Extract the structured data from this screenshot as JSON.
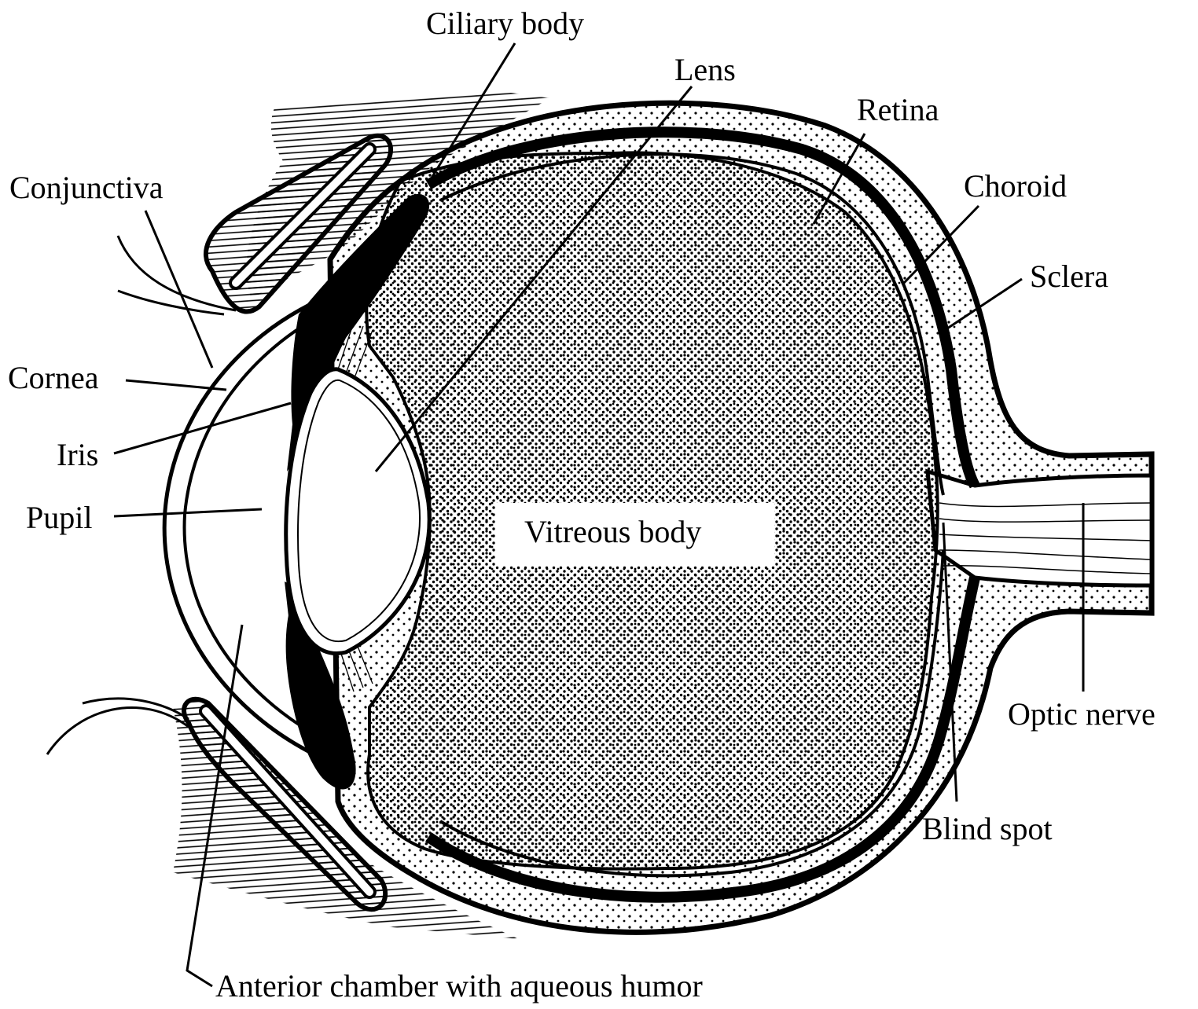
{
  "diagram": {
    "labels": {
      "ciliary_body": "Ciliary body",
      "lens": "Lens",
      "retina": "Retina",
      "choroid": "Choroid",
      "sclera": "Sclera",
      "conjunctiva": "Conjunctiva",
      "cornea": "Cornea",
      "iris": "Iris",
      "pupil": "Pupil",
      "vitreous_body": "Vitreous body",
      "optic_nerve": "Optic nerve",
      "blind_spot": "Blind spot",
      "anterior_chamber": "Anterior chamber with aqueous humor"
    }
  },
  "colors": {
    "ink": "#000000",
    "paper": "#ffffff"
  }
}
